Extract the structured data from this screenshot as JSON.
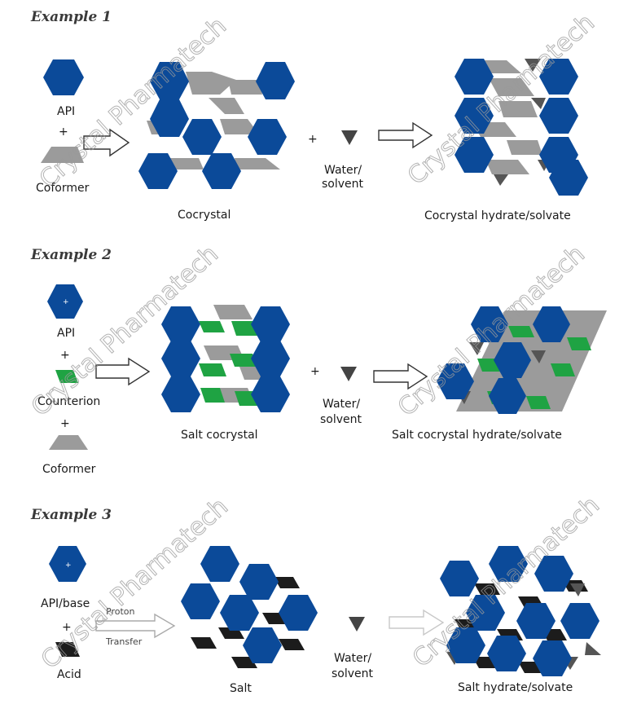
{
  "colors": {
    "api": "#0b4a99",
    "coformer": "#9b9b9b",
    "counterion": "#1fa343",
    "acid": "#1c1c1c",
    "water": "#444444",
    "arrow_stroke": "#333333",
    "arrow_light": "#c8c8c8"
  },
  "watermark": "Crystal Pharmatech",
  "example1": {
    "title": "Example 1",
    "api_label": "API",
    "plus": "+",
    "coformer_label": "Coformer",
    "product_label": "Cocrystal",
    "water_label_1": "Water/",
    "water_label_2": "solvent",
    "final_label": "Cocrystal hydrate/solvate"
  },
  "example2": {
    "title": "Example 2",
    "api_label": "API",
    "plus": "+",
    "counterion_label": "Counterion",
    "coformer_label": "Coformer",
    "product_label": "Salt cocrystal",
    "water_label_1": "Water/",
    "water_label_2": "solvent",
    "final_label": "Salt cocrystal hydrate/solvate"
  },
  "example3": {
    "title": "Example 3",
    "api_label": "API/base",
    "plus": "+",
    "acid_label": "Acid",
    "arrow_label_1": "Proton",
    "arrow_label_2": "Transfer",
    "product_label": "Salt",
    "water_label_1": "Water/",
    "water_label_2": "solvent",
    "final_label": "Salt hydrate/solvate"
  },
  "signs": {
    "positive": "+",
    "negative": "-"
  }
}
